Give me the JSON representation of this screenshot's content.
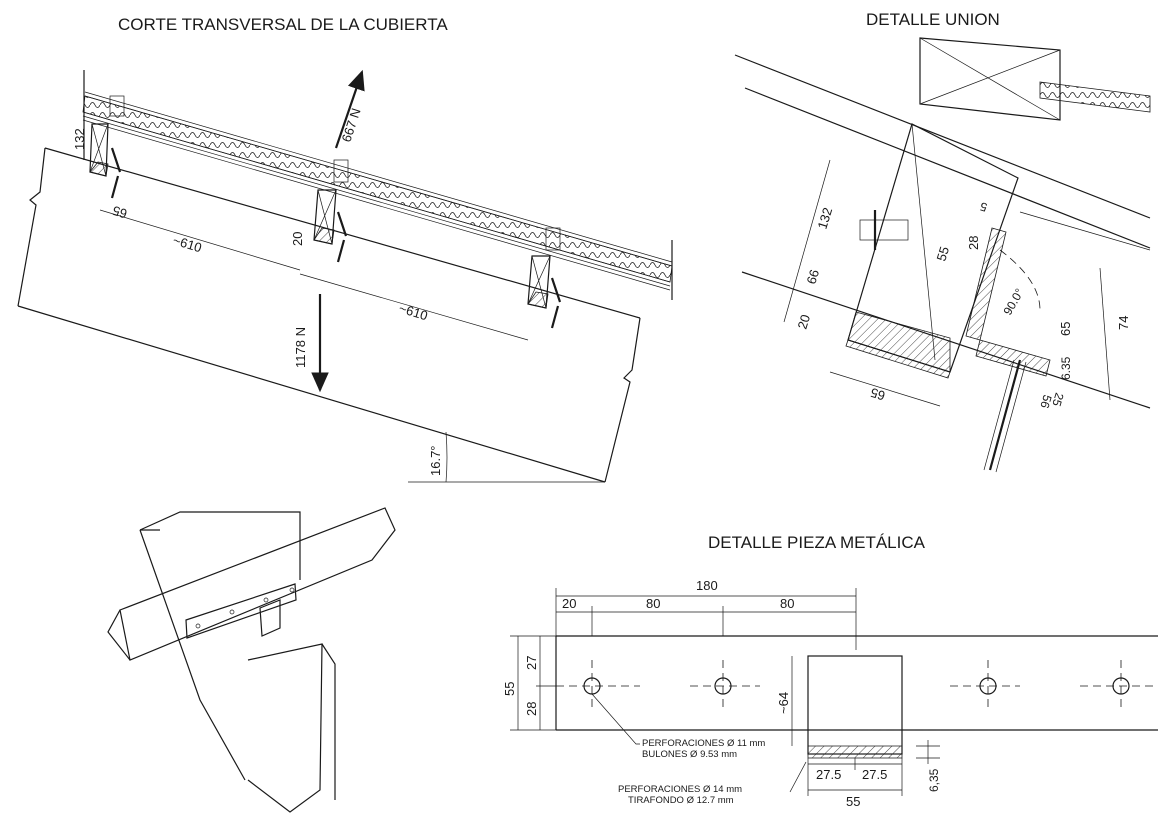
{
  "titles": {
    "section": "CORTE TRANSVERSAL DE LA CUBIERTA",
    "joint": "DETALLE UNION",
    "metal": "DETALLE PIEZA METÁLICA"
  },
  "section": {
    "force_up": "667 N",
    "force_down": "1178 N",
    "span1": "~610",
    "span2": "~610",
    "h132": "132",
    "w65": "65",
    "d20": "20",
    "angle": "16.7°"
  },
  "joint": {
    "d132": "132",
    "d66": "66",
    "d20": "20",
    "d55": "55",
    "d28": "28",
    "d5": "5",
    "d65": "65",
    "d74": "74",
    "d635": "6.35",
    "d25": "25",
    "d56": "56",
    "w65": "65",
    "ang": "90.0°"
  },
  "metal": {
    "total": "180",
    "a20": "20",
    "a80a": "80",
    "a80b": "80",
    "h55": "55",
    "h27": "27",
    "h28": "28",
    "h64": "~64",
    "b275a": "27.5",
    "b275b": "27.5",
    "b55": "55",
    "t635": "6,35",
    "note1a": "PERFORACIONES Ø 11 mm",
    "note1b": "BULONES Ø 9.53 mm",
    "note2a": "PERFORACIONES Ø 14 mm",
    "note2b": "TIRAFONDO Ø 12.7 mm"
  }
}
